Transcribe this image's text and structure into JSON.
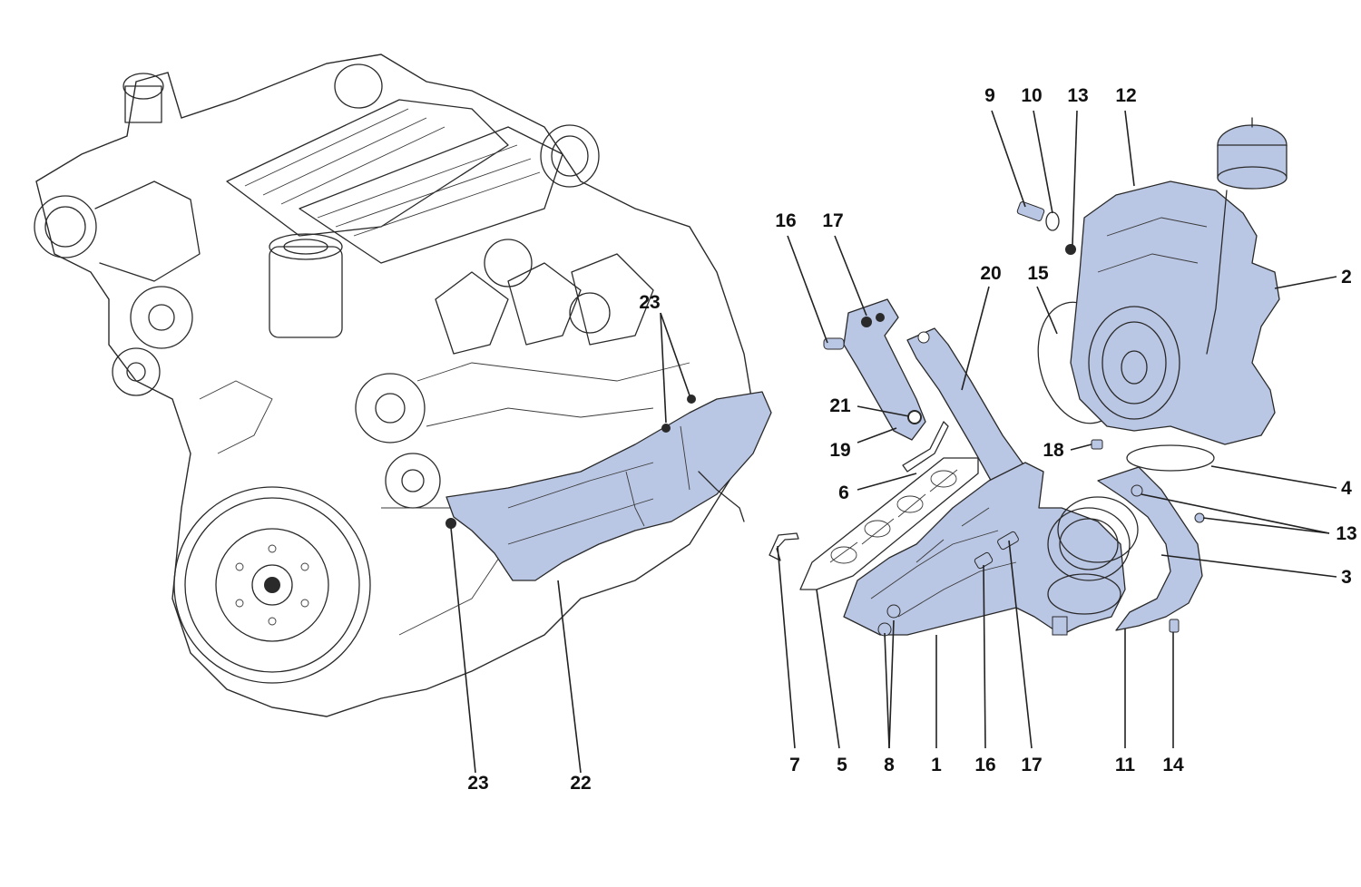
{
  "diagram": {
    "colors": {
      "highlight": "#b9c6e4",
      "highlight_dark": "#9fb0d6",
      "line": "#2a2a2a",
      "background": "#ffffff"
    },
    "callouts": {
      "c1": "1",
      "c2": "2",
      "c3": "3",
      "c4": "4",
      "c5": "5",
      "c6": "6",
      "c7": "7",
      "c8": "8",
      "c9": "9",
      "c10": "10",
      "c11": "11",
      "c12": "12",
      "c13_top": "13",
      "c13_right": "13",
      "c14": "14",
      "c15": "15",
      "c16_top": "16",
      "c16_bottom": "16",
      "c17_top": "17",
      "c17_bottom": "17",
      "c18": "18",
      "c19": "19",
      "c20": "20",
      "c21": "21",
      "c22": "22",
      "c23_top": "23",
      "c23_bottom": "23"
    }
  }
}
